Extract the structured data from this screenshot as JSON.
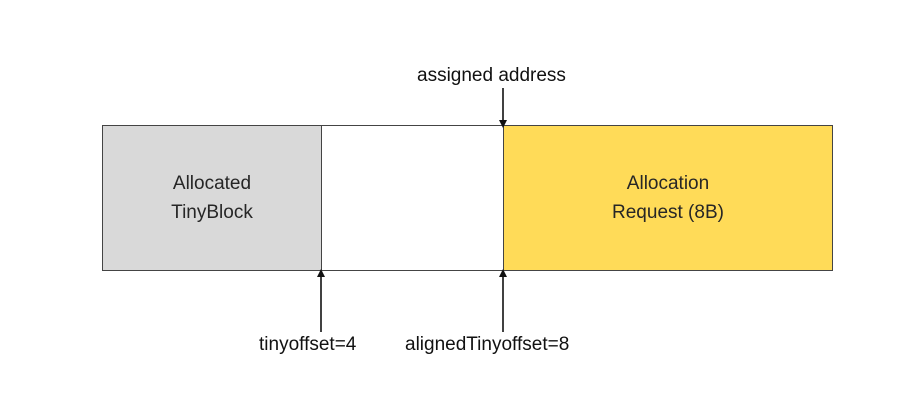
{
  "diagram": {
    "blocks": [
      {
        "id": "allocated",
        "lines": [
          "Allocated",
          "TinyBlock"
        ],
        "fill": "#d9d9d9"
      },
      {
        "id": "gap",
        "lines": [],
        "fill": "#ffffff"
      },
      {
        "id": "request",
        "lines": [
          "Allocation",
          "Request (8B)"
        ],
        "fill": "#ffdb58"
      }
    ],
    "annotations": {
      "assigned_address": "assigned address",
      "tinyoffset": "tinyoffset=4",
      "aligned_tinyoffset": "alignedTinyoffset=8"
    },
    "colors": {
      "border": "#444444",
      "arrow": "#111111"
    }
  }
}
